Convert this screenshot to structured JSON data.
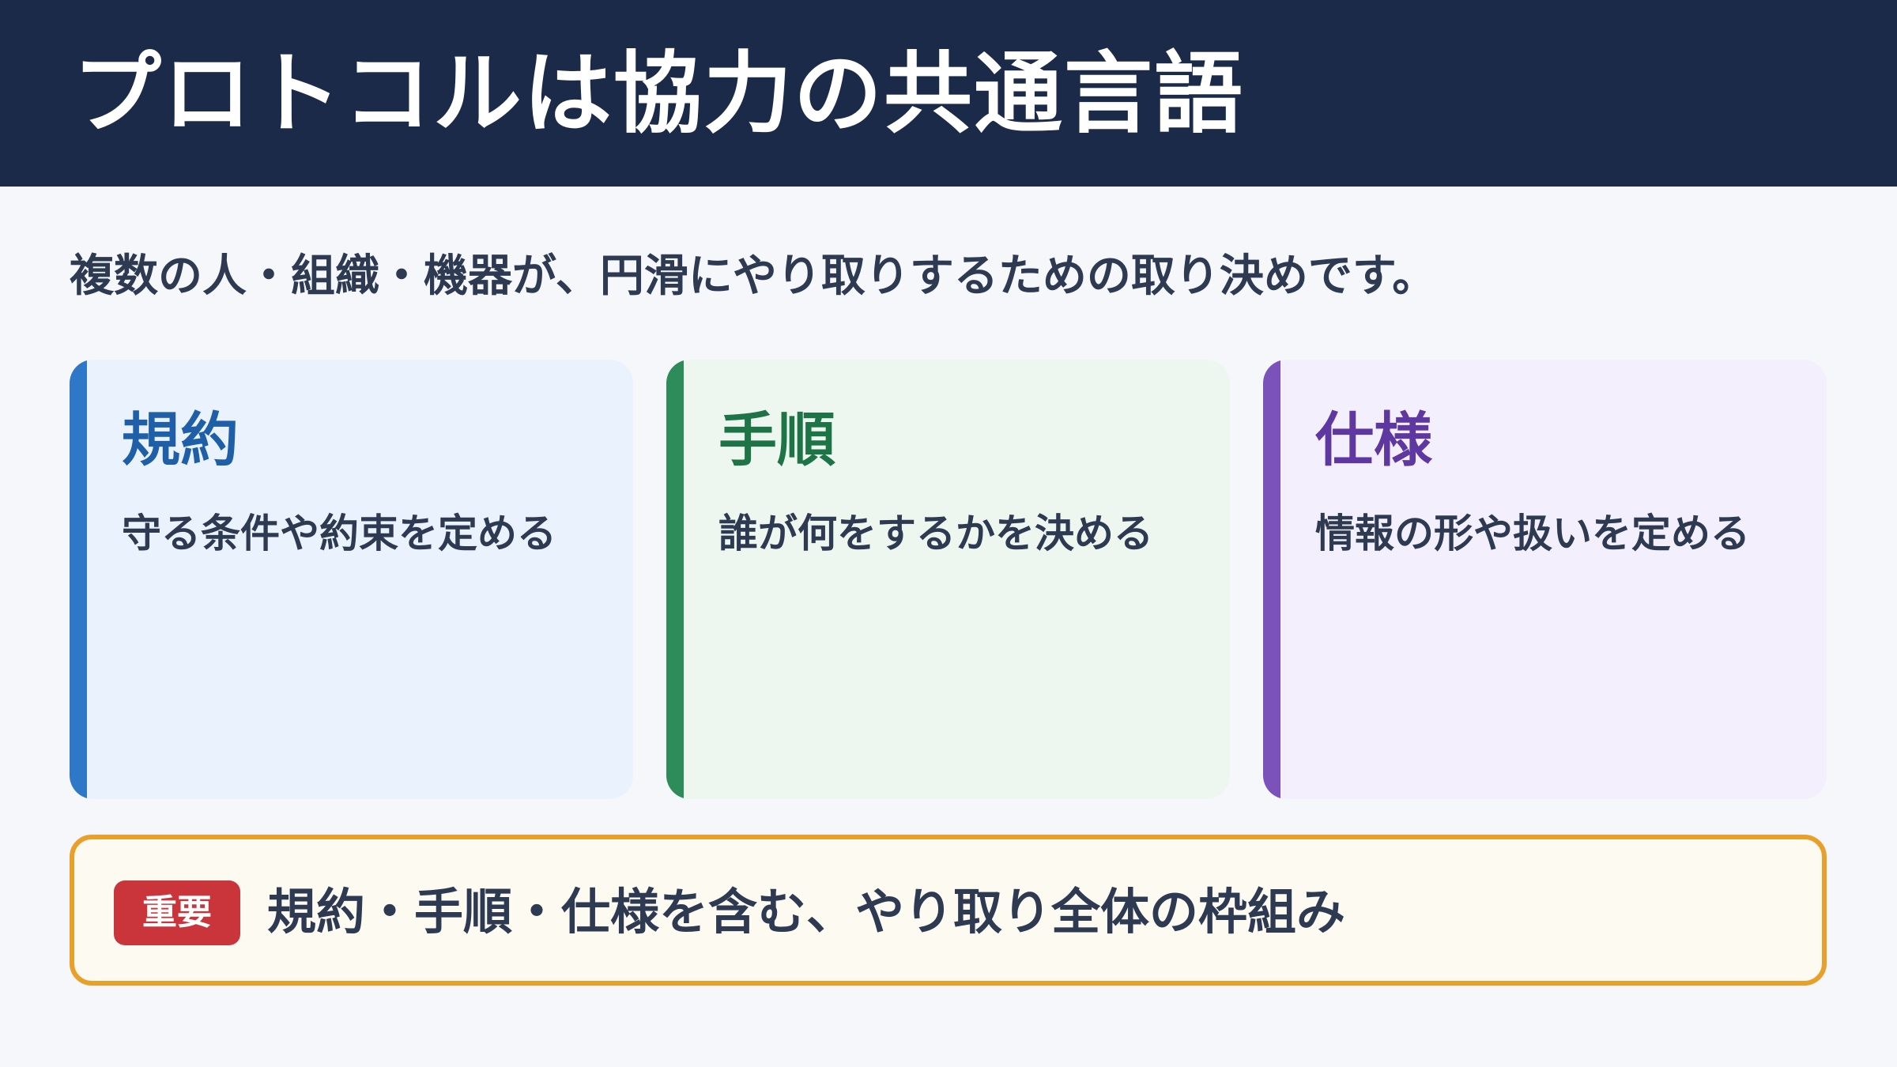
{
  "slide": {
    "title": "プロトコルは協力の共通言語",
    "subtitle": "複数の人・組織・機器が、円滑にやり取りするための取り決めです。",
    "cards": [
      {
        "title": "規約",
        "description": "守る条件や約束を定める",
        "accent_color": "#2f78c8",
        "title_color": "#1f5fa8",
        "background_color": "#eaf2fe"
      },
      {
        "title": "手順",
        "description": "誰が何をするかを決める",
        "accent_color": "#2e8c5a",
        "title_color": "#1e7447",
        "background_color": "#edf7f0"
      },
      {
        "title": "仕様",
        "description": "情報の形や扱いを定める",
        "accent_color": "#7b52b9",
        "title_color": "#5e37a0",
        "background_color": "#f3effd"
      }
    ],
    "note": {
      "badge": "重要",
      "text": "規約・手順・仕様を含む、やり取り全体の枠組み",
      "border_color": "#e8a02a",
      "badge_color": "#c9353a"
    }
  }
}
